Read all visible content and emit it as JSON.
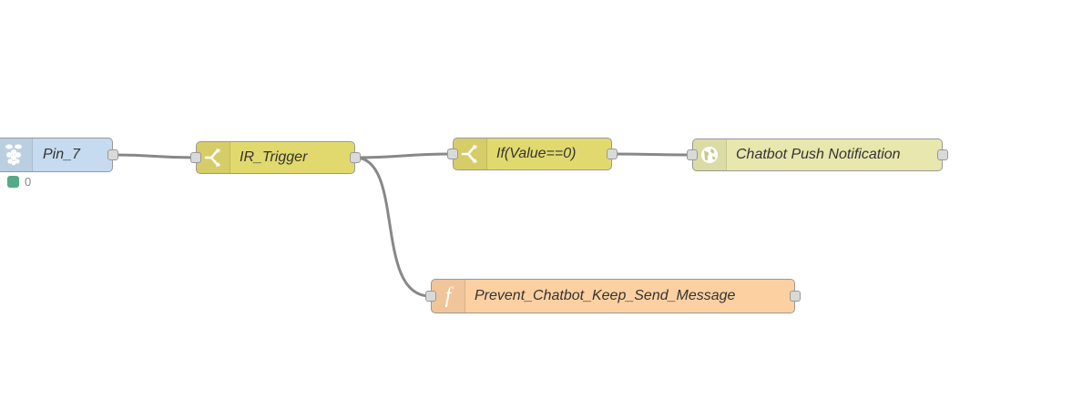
{
  "colors": {
    "rpi_node": "#c6dbef",
    "switch_node": "#e2d96e",
    "chatbot_node": "#e7e7ae",
    "function_node": "#fdd0a2",
    "wire": "#888888",
    "status_dot": "#55aa88"
  },
  "nodes": {
    "pin7": {
      "label": "Pin_7",
      "icon": "raspberry-pi-icon",
      "status": "0"
    },
    "ir_trigger": {
      "label": "IR_Trigger",
      "icon": "switch-icon"
    },
    "if_value": {
      "label": "If(Value==0)",
      "icon": "switch-icon"
    },
    "chatbot": {
      "label": "Chatbot Push Notification",
      "icon": "globe-icon"
    },
    "prevent": {
      "label": "Prevent_Chatbot_Keep_Send_Message",
      "icon": "function-icon"
    }
  }
}
